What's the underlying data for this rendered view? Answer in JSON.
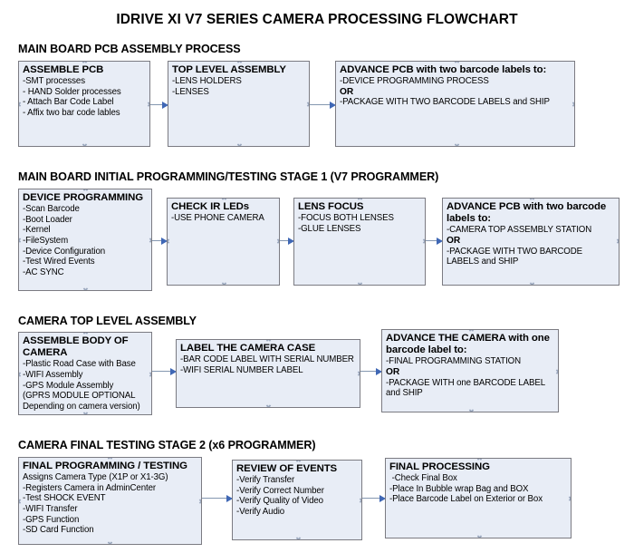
{
  "document": {
    "title": "IDRIVE XI V7 SERIES CAMERA PROCESSING FLOWCHART"
  },
  "sections": [
    {
      "heading": "MAIN BOARD PCB ASSEMBLY PROCESS",
      "nodes": [
        {
          "title": "ASSEMBLE PCB",
          "lines": [
            "-SMT processes",
            "- HAND Solder processes",
            "- Attach Bar Code Label",
            "- Affix two bar code lables"
          ]
        },
        {
          "title": "TOP LEVEL ASSEMBLY",
          "lines": [
            "-LENS HOLDERS",
            "-LENSES"
          ]
        },
        {
          "title": "ADVANCE PCB with two barcode labels to:",
          "lines": [
            "-DEVICE PROGRAMMING PROCESS",
            "OR",
            "-PACKAGE WITH TWO BARCODE LABELS and SHIP"
          ],
          "bold_lines": [
            1
          ]
        }
      ]
    },
    {
      "heading": "MAIN BOARD INITIAL PROGRAMMING/TESTING STAGE 1 (V7 PROGRAMMER)",
      "nodes": [
        {
          "title": "DEVICE PROGRAMMING",
          "lines": [
            "-Scan Barcode",
            "-Boot Loader",
            "-Kernel",
            "-FileSystem",
            "-Device Configuration",
            "-Test Wired Events",
            "-AC SYNC"
          ]
        },
        {
          "title": "CHECK IR LEDs",
          "lines": [
            "-USE PHONE CAMERA"
          ]
        },
        {
          "title": "LENS FOCUS",
          "lines": [
            "-FOCUS BOTH LENSES",
            "-GLUE LENSES"
          ]
        },
        {
          "title": "ADVANCE PCB with two barcode labels to:",
          "lines": [
            "-CAMERA TOP ASSEMBLY STATION",
            "OR",
            "-PACKAGE WITH TWO BARCODE LABELS and SHIP"
          ],
          "bold_lines": [
            1
          ]
        }
      ]
    },
    {
      "heading": "CAMERA TOP LEVEL ASSEMBLY",
      "nodes": [
        {
          "title": "ASSEMBLE BODY OF CAMERA",
          "lines": [
            "-Plastic Road Case with Base",
            "-WIFI Assembly",
            "-GPS Module Assembly",
            "(GPRS MODULE OPTIONAL",
            "Depending on camera version)"
          ]
        },
        {
          "title": "LABEL THE CAMERA CASE",
          "lines": [
            "-BAR CODE LABEL WITH SERIAL NUMBER",
            "-WIFI SERIAL NUMBER LABEL"
          ]
        },
        {
          "title": "ADVANCE THE CAMERA with one barcode label to:",
          "lines": [
            "-FINAL PROGRAMMING STATION",
            "OR",
            "-PACKAGE WITH one BARCODE LABEL and SHIP"
          ],
          "bold_lines": [
            1
          ]
        }
      ]
    },
    {
      "heading": "CAMERA FINAL TESTING STAGE 2 (x6 PROGRAMMER)",
      "nodes": [
        {
          "title": "FINAL PROGRAMMING / TESTING",
          "lines": [
            "Assigns Camera Type (X1P or X1-3G)",
            "-Registers Camera in AdminCenter",
            "-Test SHOCK EVENT",
            "-WIFI Transfer",
            "-GPS Function",
            "-SD Card Function"
          ]
        },
        {
          "title": "REVIEW OF EVENTS",
          "lines": [
            "-Verify Transfer",
            "-Verify Correct Number",
            "-Verify Quality of Video",
            "-Verify Audio"
          ]
        },
        {
          "title": "FINAL PROCESSING",
          "lines": [
            " -Check Final Box",
            "-Place In Bubble wrap Bag and BOX",
            "-Place Barcode Label on Exterior or Box"
          ]
        }
      ]
    }
  ],
  "colors": {
    "node_fill": "#e8edf6",
    "node_border": "#7b7b82",
    "connector": "#8497b0",
    "arrowhead": "#3f67b5",
    "text": "#000000",
    "background": "#ffffff"
  }
}
